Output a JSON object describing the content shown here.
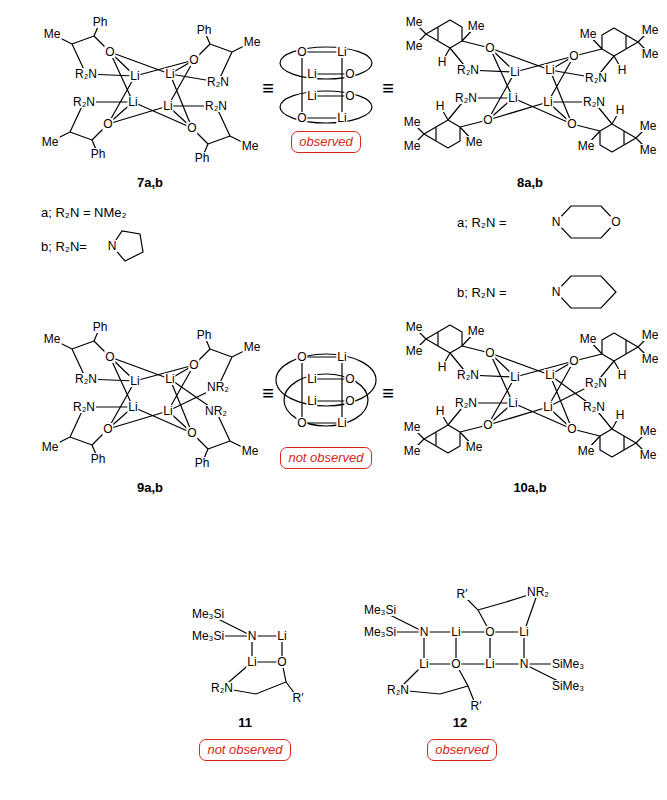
{
  "diagram": {
    "nodes": [
      {
        "text": [
          "observed"
        ]
      },
      {
        "text": [
          "not observed"
        ]
      },
      {
        "text": [
          "not observed"
        ]
      },
      {
        "text": [
          "observed"
        ]
      }
    ],
    "labels": [
      "Ph",
      "Me",
      "O",
      "R₂N",
      "Li",
      "Li",
      "O",
      "Ph",
      "Me",
      "R₂N",
      "R₂N",
      "Li",
      "Li",
      "R₂N",
      "O",
      "O",
      "Me",
      "Me",
      "Ph",
      "Ph",
      "≡",
      "O",
      "Li",
      "Li",
      "O",
      "Li",
      "O",
      "O",
      "Li",
      "≡",
      "Me",
      "Me",
      "Me",
      "Me",
      "Me",
      "O",
      "Me",
      "O",
      "H",
      "H",
      "R₂N",
      "Li",
      "Li",
      "R₂N",
      "R₂N",
      "Li",
      "Li",
      "R₂N",
      "H",
      "H",
      "O",
      "Me",
      "O",
      "Me",
      "Me",
      "Me",
      "Me",
      "Me",
      "7a,b",
      "8a,b",
      "a; R₂N = NMe₂",
      "a; R₂N =",
      "N",
      "O",
      "b; R₂N=",
      "N",
      "b; R₂N =",
      "N",
      "Ph",
      "Me",
      "O",
      "R₂N",
      "Li",
      "Li",
      "O",
      "Ph",
      "Me",
      "NR₂",
      "R₂N",
      "Li",
      "Li",
      "NR₂",
      "O",
      "O",
      "Me",
      "Me",
      "Ph",
      "Ph",
      "≡",
      "O",
      "Li",
      "Li",
      "O",
      "Li",
      "O",
      "O",
      "Li",
      "≡",
      "Me",
      "Me",
      "Me",
      "Me",
      "Me",
      "O",
      "Me",
      "O",
      "H",
      "H",
      "R₂N",
      "Li",
      "Li",
      "R₂N",
      "R₂N",
      "Li",
      "Li",
      "R₂N",
      "H",
      "H",
      "O",
      "Me",
      "O",
      "Me",
      "Me",
      "Me",
      "Me",
      "Me",
      "9a,b",
      "10a,b",
      "Me₃Si",
      "Me₃Si",
      "N",
      "Li",
      "Li",
      "O",
      "R₂N",
      "R′",
      "R′",
      "NR₂",
      "Me₃Si",
      "Me₃Si",
      "N",
      "Li",
      "O",
      "Li",
      "Li",
      "O",
      "Li",
      "N",
      "SiMe₃",
      "SiMe₃",
      "R₂N",
      "R′",
      "11",
      "12"
    ]
  }
}
